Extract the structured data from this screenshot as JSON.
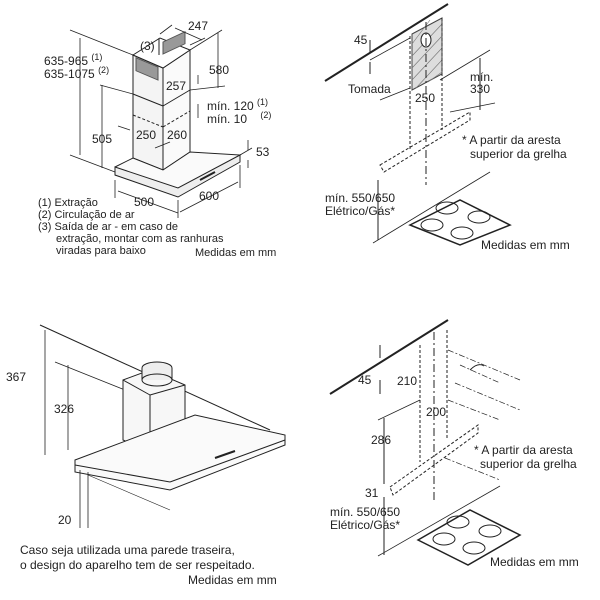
{
  "panel_top_left": {
    "dim_width_top": "247",
    "label_outlet": "(3)",
    "height_range_1": "635-965",
    "height_range_1_note": "(1)",
    "height_range_2": "635-1075",
    "height_range_2_note": "(2)",
    "dim_chimney_height": "580",
    "dim_depth_top": "257",
    "min_120": "mín. 120",
    "min_120_note": "(1)",
    "min_10": "mín. 10",
    "min_10_note": "(2)",
    "dim_505": "505",
    "dim_250": "250",
    "dim_260": "260",
    "dim_53": "53",
    "dim_500": "500",
    "dim_600": "600",
    "legend": [
      "(1) Extração",
      "(2) Circulação de ar",
      "(3) Saída de ar - em caso de",
      "extração, montar com as ranhuras",
      "viradas para baixo"
    ],
    "units": "Medidas em mm"
  },
  "panel_top_right": {
    "dim_45": "45",
    "label_socket": "Tomada",
    "dim_250": "250",
    "min_label": "mín.",
    "dim_330": "330",
    "note_line1": "* A partir da aresta",
    "note_line2": "superior da grelha",
    "min_height": "mín. 550/650",
    "fuel": "Elétrico/Gás*",
    "units": "Medidas em mm"
  },
  "panel_bottom_left": {
    "dim_367": "367",
    "dim_326": "326",
    "dim_20": "20",
    "caption_line1": "Caso seja utilizada uma parede traseira,",
    "caption_line2": "o design do aparelho tem de ser respeitado.",
    "units": "Medidas em mm"
  },
  "panel_bottom_right": {
    "dim_45": "45",
    "dim_210": "210",
    "dim_200": "200",
    "dim_286": "286",
    "note_line1": "* A partir da aresta",
    "note_line2": "superior da grelha",
    "dim_31": "31",
    "min_height": "mín. 550/650",
    "fuel": "Elétrico/Gás*",
    "units": "Medidas em mm"
  }
}
